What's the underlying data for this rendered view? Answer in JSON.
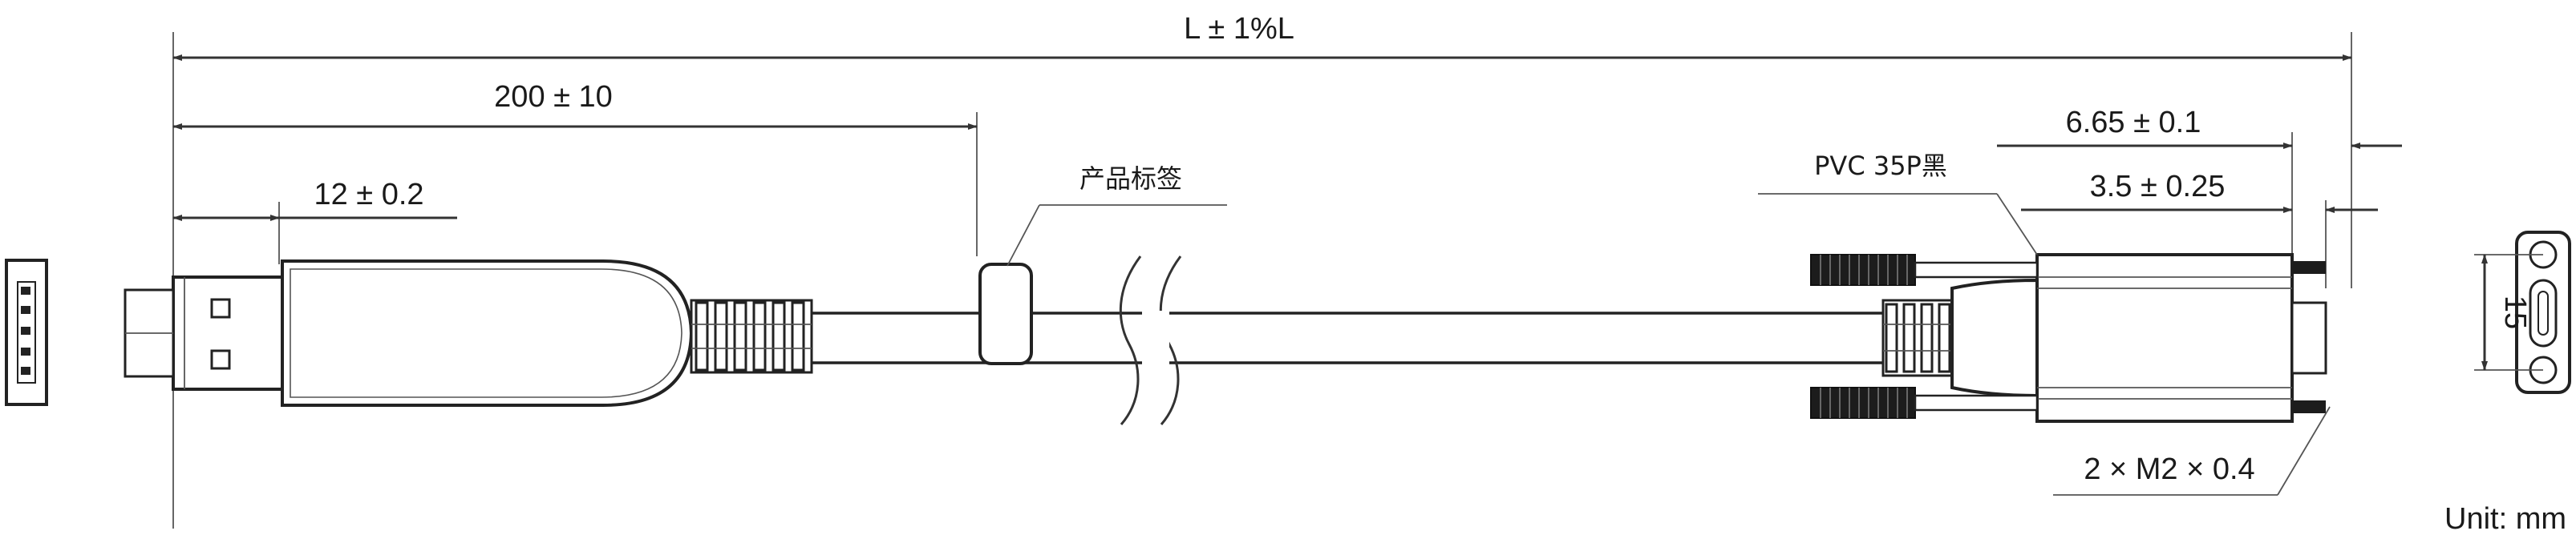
{
  "dimensions": {
    "overall_length": "L ± 1%L",
    "boot_length": "200 ± 10",
    "plug_length": "12 ± 0.2",
    "screw_offset_a": "6.65 ± 0.1",
    "screw_offset_b": "3.5 ± 0.25",
    "screw_spec": "2 × M2 × 0.4",
    "end_height": "15"
  },
  "labels": {
    "product_label": "产品标签",
    "cable_spec": "PVC 35P黑",
    "unit": "Unit: mm"
  },
  "colors": {
    "line": "#333333",
    "knurl": "#222222",
    "background": "#ffffff"
  }
}
